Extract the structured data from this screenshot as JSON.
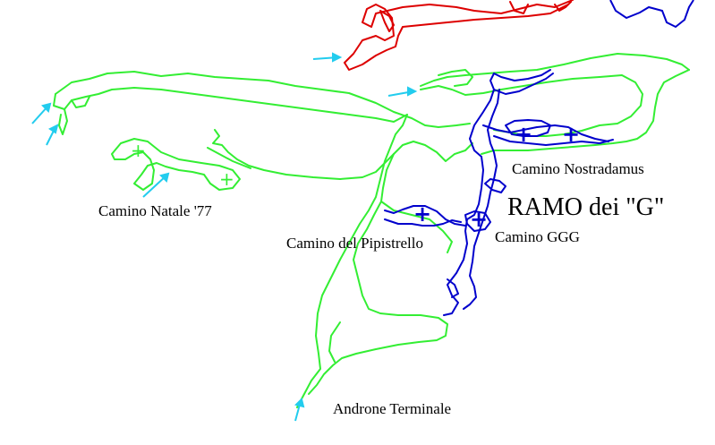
{
  "map": {
    "colors": {
      "green_passages": "#33ee33",
      "blue_passages": "#0000cc",
      "red_passages": "#dd0000",
      "arrows": "#22ccee",
      "text": "#000000",
      "background": "#ffffff"
    },
    "labels": {
      "camino_natale": "Camino Natale '77",
      "camino_pipistrello": "Camino del Pipistrello",
      "camino_ggg": "Camino GGG",
      "camino_nostradamus": "Camino Nostradamus",
      "ramo_g": "RAMO dei \"G\"",
      "androne_terminale": "Androne Terminale"
    },
    "markers": {
      "shaft_symbol": "+"
    }
  }
}
